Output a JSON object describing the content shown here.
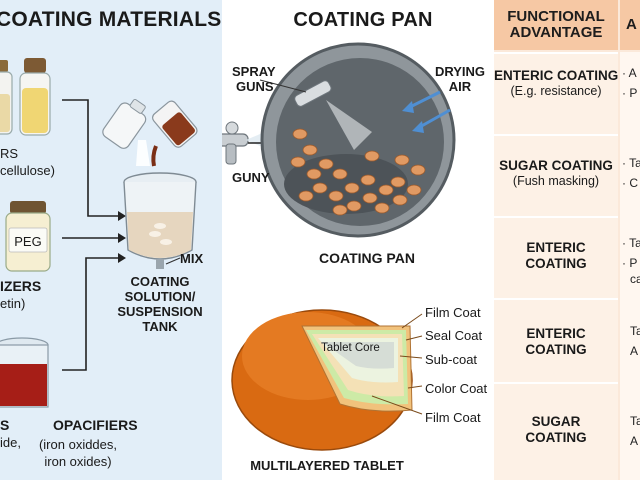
{
  "left": {
    "title": "COATING MATERIALS",
    "polymers": {
      "line1": "RS",
      "line2": "cellulose)"
    },
    "plasticizers": {
      "jar_label": "PEG",
      "line1": "IZERS",
      "line2": "etin)"
    },
    "colorants": {
      "line1": "S",
      "line2": "ide,"
    },
    "opacifiers": {
      "title": "OPACIFIERS",
      "line1": "(iron oxiddes,",
      "line2": "iron oxides)"
    },
    "tank": {
      "mix_label": "MIX",
      "line1": "COATING",
      "line2": "SOLUTION/",
      "line3": "SUSPENSION",
      "line4": "TANK"
    }
  },
  "middle": {
    "title": "COATING PAN",
    "spray": {
      "line1": "SPRAY",
      "line2": "GUNS"
    },
    "drying": {
      "line1": "DRYING",
      "line2": "AIR"
    },
    "gun_label": "GUNY",
    "pan_label": "COATING PAN",
    "tablet": {
      "core_label": "Tablet Core",
      "caption": "MULTILAYERED TABLET",
      "layers": [
        "Film Coat",
        "Seal Coat",
        "Sub-coat",
        "Color Coat",
        "Film Coat"
      ]
    }
  },
  "right": {
    "header": {
      "line1": "FUNCTIONAL",
      "line2": "ADVANTAGE",
      "next_col": "A"
    },
    "rows": [
      {
        "line1": "ENTERIC COATING",
        "line2": "(E.g. resistance)",
        "side1": "· A",
        "side2": "· P"
      },
      {
        "line1": "SUGAR COATING",
        "line2": "(Fush masking)",
        "side1": "· Ta",
        "side2": "· C"
      },
      {
        "line1": "ENTERIC",
        "line2": "COATING",
        "side1": "· Ta",
        "side2": "· P",
        "side3": "ca"
      },
      {
        "line1": "ENTERIC",
        "line2": "COATING",
        "side1": "Ta",
        "side2": "A"
      },
      {
        "line1": "SUGAR",
        "line2": "COATING",
        "side1": "Ta",
        "side2": "A"
      }
    ]
  },
  "colors": {
    "left_bg": "#e2eef8",
    "right_bg": "#fbe9da",
    "header_bg": "#f6c8a4",
    "tablet_orange": "#e0741d",
    "colorant_red": "#a61e17",
    "pan_gray": "#707478"
  }
}
